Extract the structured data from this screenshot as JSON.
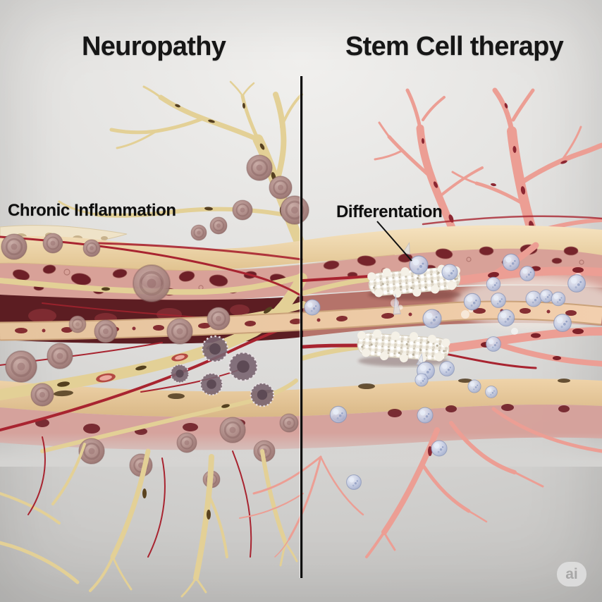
{
  "figure": {
    "left_title": "Neuropathy",
    "right_title": "Stem Cell therapy",
    "left_annotation": "Chronic Inflammation",
    "right_annotation": "Differentation",
    "watermark_text": "ai"
  },
  "colors": {
    "title_text": "#161616",
    "annotation_text": "#0f0f0f",
    "divider": "#0b0b0b",
    "background_light": "#f1f0ee",
    "background_mid": "#dcdbd9",
    "background_dark": "#c3c2c0",
    "neuropathy_fiber": "#e3d096",
    "healthy_fiber": "#ec9e94",
    "inflammatory_cell": "#9b7673",
    "stem_cell_fill": "#c2cbe3",
    "myelin_sheath": "#f2eee4",
    "blood_vessel": "#a82430",
    "nerve_sheath_tan": "#eed7ae",
    "endoneurium_pink": "#d8a198",
    "nerve_core_dark": "#5c1d22",
    "watermark_bg": "#e2e2e2",
    "watermark_text": "#a5a5a5"
  }
}
